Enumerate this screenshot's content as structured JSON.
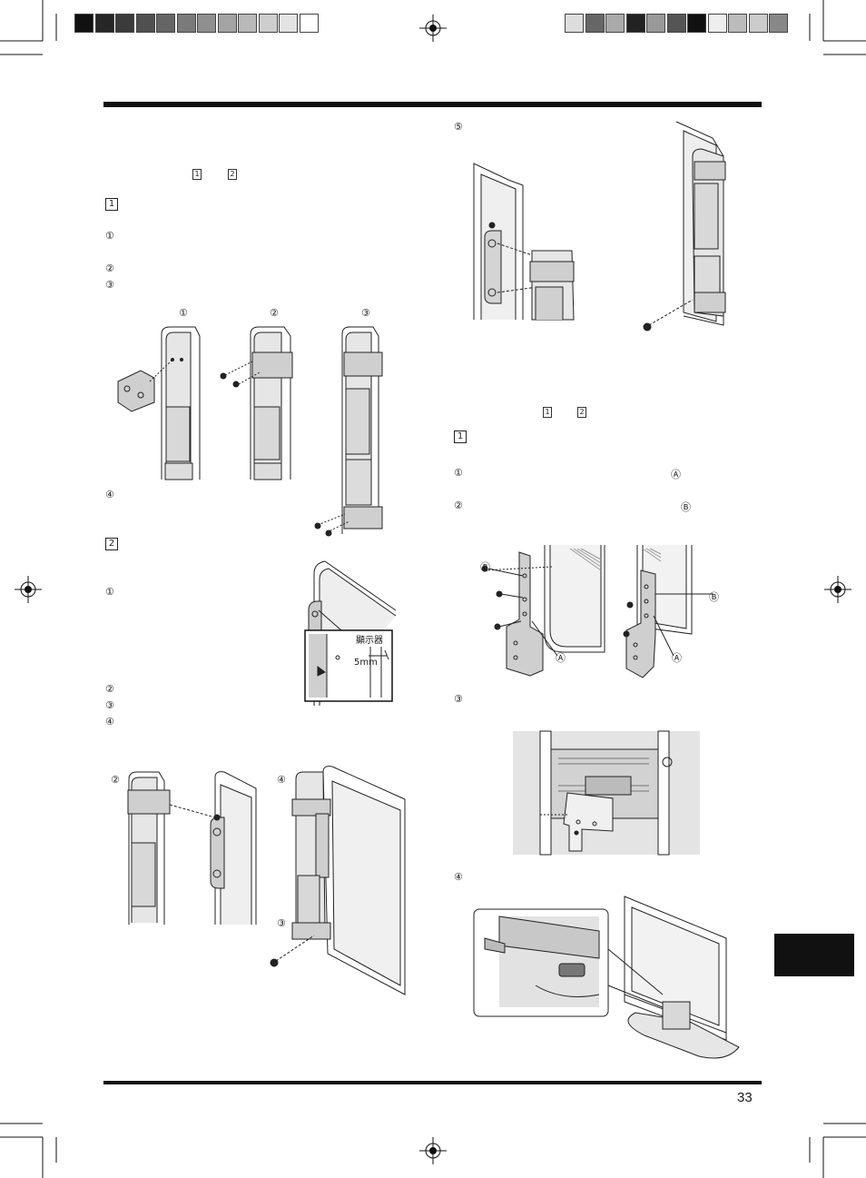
{
  "page_number": "33",
  "colorbar_left": [
    "#111111",
    "#262626",
    "#3b3b3b",
    "#505050",
    "#656565",
    "#7a7a7a",
    "#8f8f8f",
    "#a4a4a4",
    "#b9b9b9",
    "#cecece",
    "#e3e3e3",
    "#ffffff"
  ],
  "colorbar_right": [
    "#dddddd",
    "#666666",
    "#aaaaaa",
    "#222222",
    "#999999",
    "#555555",
    "#111111",
    "#eeeeee",
    "#bbbbbb",
    "#cccccc",
    "#888888"
  ],
  "left": {
    "intro_box_1": "1",
    "intro_box_2": "2",
    "step1_box": "1",
    "step1_items": [
      "①",
      "②",
      "③"
    ],
    "fig_labels": [
      "①",
      "②",
      "③"
    ],
    "item4": "④",
    "step2_box": "2",
    "step2_items": [
      "①",
      "②",
      "③",
      "④"
    ],
    "inset_label": "顯示器",
    "inset_dim": "5mm",
    "bottom_fig_labels": [
      "②",
      "④",
      "③"
    ]
  },
  "right": {
    "item5": "⑤",
    "intro_box_1": "1",
    "intro_box_2": "2",
    "step1_box": "1",
    "items": [
      "①",
      "②",
      "③",
      "④"
    ],
    "ref_a": "Ⓐ",
    "ref_b": "Ⓑ"
  }
}
